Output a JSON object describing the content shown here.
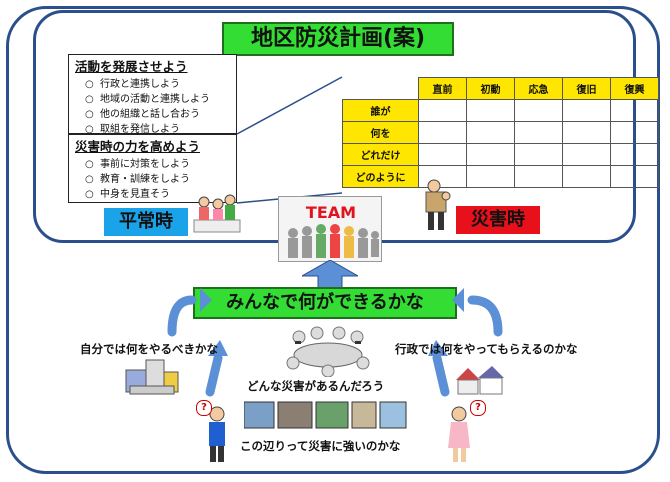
{
  "title": "地区防災計画(案)",
  "box_activity": {
    "heading": "活動を発展させよう",
    "items": [
      "行政と連携しよう",
      "地域の活動と連携しよう",
      "他の組織と話し合おう",
      "取組を発信しよう"
    ]
  },
  "box_disaster": {
    "heading": "災害時の力を高めよう",
    "items": [
      "事前に対策をしよう",
      "教育・訓練をしよう",
      "中身を見直そう"
    ]
  },
  "bullet": "○",
  "table": {
    "columns": [
      "直前",
      "初動",
      "応急",
      "復旧",
      "復興"
    ],
    "rows": [
      "誰が",
      "何を",
      "どれだけ",
      "どのように"
    ]
  },
  "label_normal": "平常時",
  "label_disaster": "災害時",
  "team_label": "TEAM",
  "center_banner": "みんなで何ができるかな",
  "left_question": "自分では何をやるべきかな",
  "right_question": "行政では何をやってもらえるのかな",
  "middle_question": "どんな災害があるんだろう",
  "bottom_question": "この辺りって災害に強いのかな",
  "question_mark": "?",
  "colors": {
    "frame": "#2b4f8c",
    "banner": "#33dd33",
    "table_header": "#ffe600",
    "normal": "#1aa3e8",
    "disaster": "#e8101a",
    "arrow": "#5b8fd6"
  }
}
